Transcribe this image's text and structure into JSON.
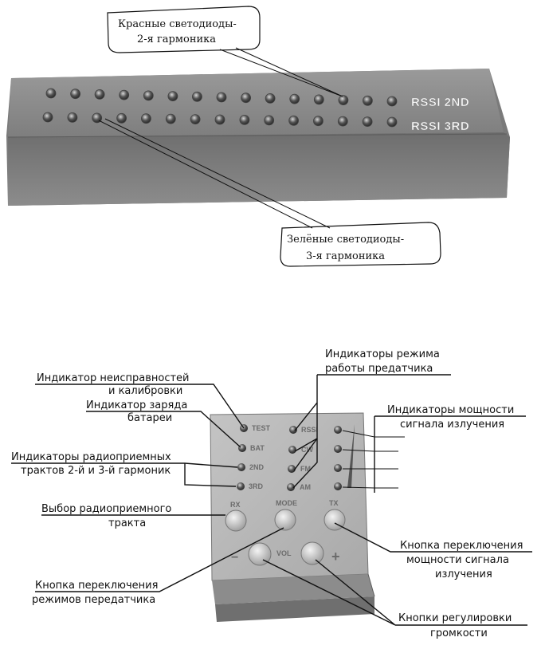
{
  "top_device": {
    "row_labels": [
      "RSSI 2ND",
      "RSSI 3RD"
    ],
    "callout_red": [
      "Красные светодиоды-",
      "2-я гармоника"
    ],
    "callout_green": [
      "Зелёные светодиоды-",
      "3-я гармоника"
    ]
  },
  "panel": {
    "left_leds": [
      "TEST",
      "BAT",
      "2ND",
      "3RD"
    ],
    "mid_leds": [
      "RSSI",
      "CW",
      "FM",
      "AM"
    ],
    "buttons_top": [
      "RX",
      "MODE",
      "TX"
    ],
    "vol_label": "VOL",
    "minus": "−",
    "plus": "+"
  },
  "callouts": {
    "fault": [
      "Индикатор неисправностей",
      "и калибровки"
    ],
    "battery": [
      "Индикатор заряда",
      "батареи"
    ],
    "receivers": [
      "Индикаторы радиоприемных",
      "трактов 2-й и 3-й гармоник"
    ],
    "rx_select": [
      "Выбор радиоприемного",
      "тракта"
    ],
    "mode_button": [
      "Кнопка переключения",
      "режимов передатчика"
    ],
    "tx_mode_ind": [
      "Индикаторы режима",
      "работы предатчика"
    ],
    "power_ind": [
      "Индикаторы мощности",
      "сигнала излучения"
    ],
    "power_button": [
      "Кнопка переключения",
      "мощности сигнала",
      "излучения"
    ],
    "volume_buttons": [
      "Кнопки регулировки",
      "громкости"
    ]
  }
}
